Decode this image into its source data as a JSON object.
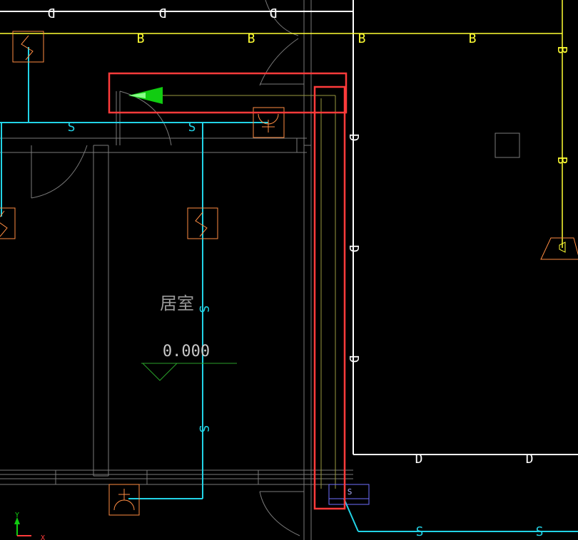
{
  "drawing": {
    "room_label": "居室",
    "elevation_label": "0.000",
    "wire_tags": {
      "D": "D",
      "B": "B",
      "S": "S"
    },
    "device_tag": "S",
    "axis": {
      "y": "Y",
      "x": "X"
    }
  },
  "colors": {
    "background": "#000000",
    "wall": "#ffffff",
    "bus_B": "#ffff33",
    "wire_S": "#22d3e6",
    "device": "#ff8c42",
    "highlight": "#ff3b3b",
    "arrow": "#11cc11",
    "thin_gray": "#808080",
    "device_purple": "#7070ff",
    "elev_green": "#2aa02a"
  },
  "icons": {
    "arrow": "green-arrow-icon",
    "switch": "switch-symbol-icon",
    "socket": "socket-symbol-icon",
    "lamp": "wall-lamp-icon",
    "elevation": "elevation-marker-icon"
  }
}
